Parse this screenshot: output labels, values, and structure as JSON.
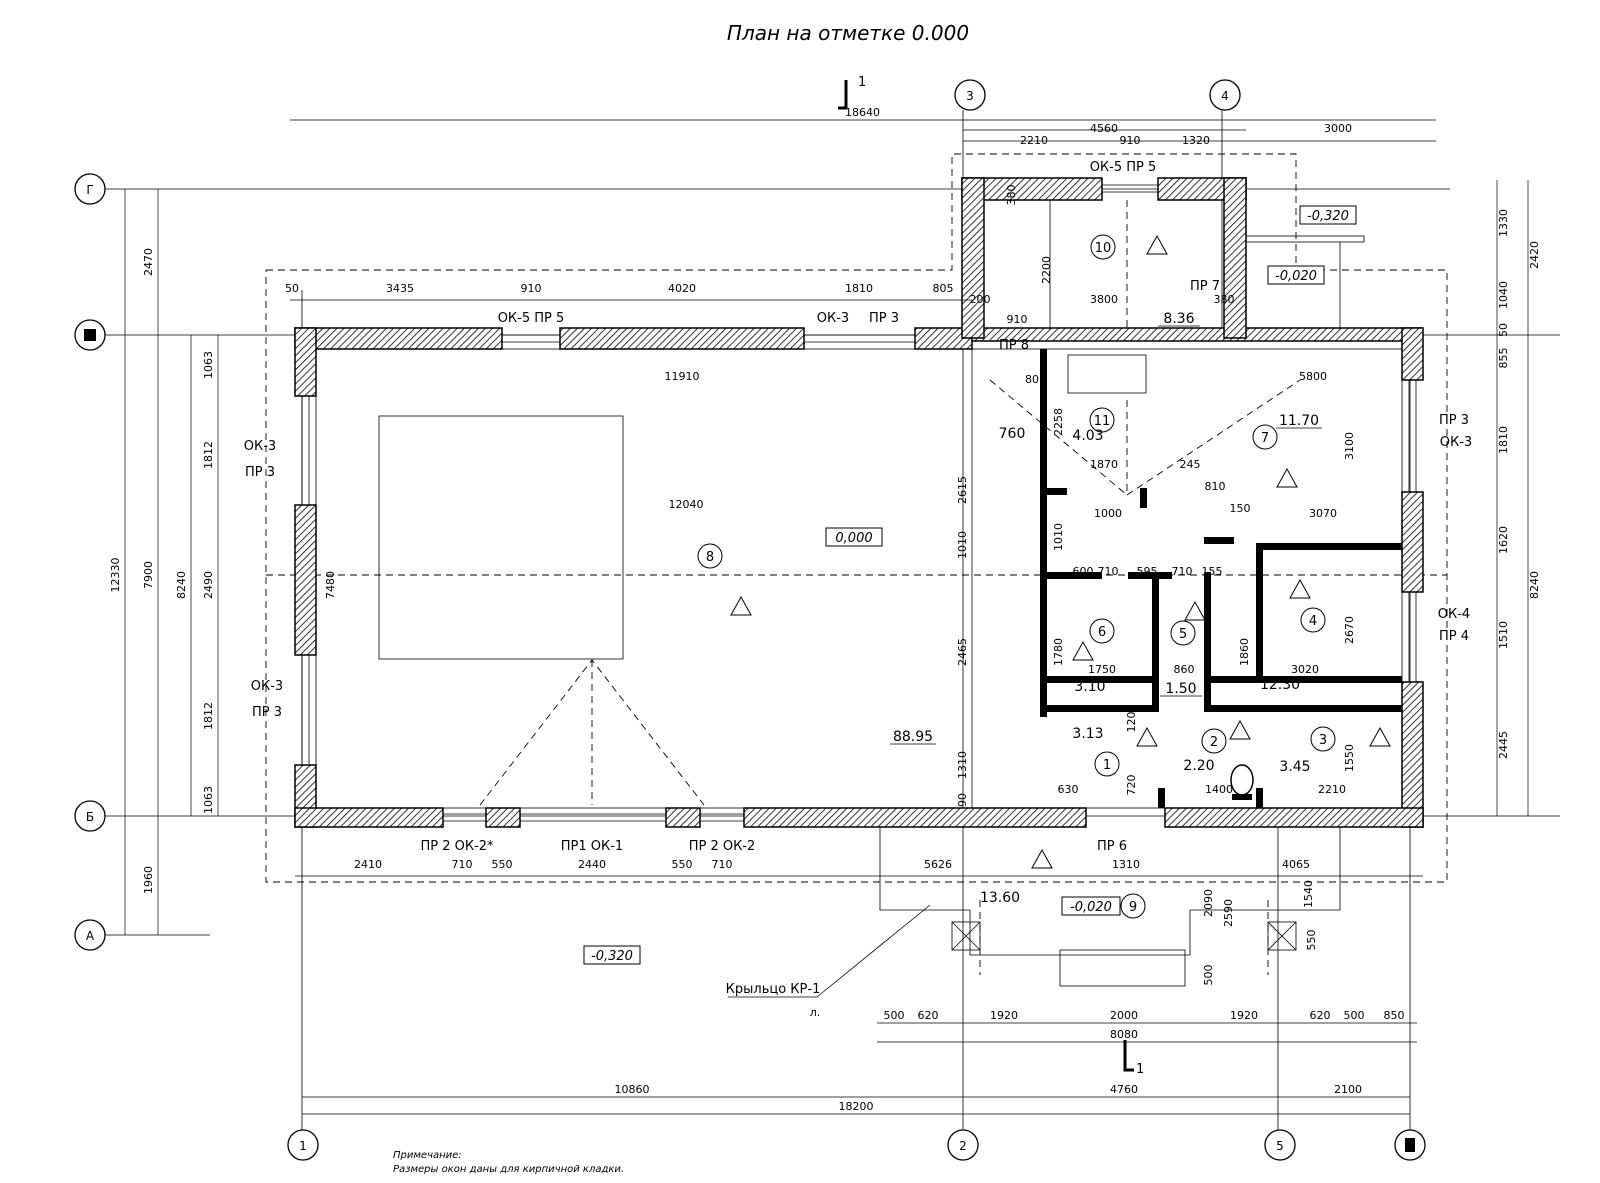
{
  "title": "План на отметке 0.000",
  "section_marks": {
    "top_number": "1",
    "top_overall": "18640",
    "bottom_number": "1"
  },
  "axes": {
    "top": [
      "3",
      "4"
    ],
    "bottom": [
      "1",
      "2",
      "5"
    ],
    "left": [
      "Г",
      "Б",
      "А"
    ]
  },
  "rooms": [
    {
      "num": "10"
    },
    {
      "num": "11"
    },
    {
      "num": "7"
    },
    {
      "num": "8"
    },
    {
      "num": "4"
    },
    {
      "num": "6"
    },
    {
      "num": "5"
    },
    {
      "num": "3"
    },
    {
      "num": "2"
    },
    {
      "num": "1"
    },
    {
      "num": "9"
    }
  ],
  "areas": {
    "r7": "11.70",
    "r11": "4.03",
    "r10_stair": "8.36",
    "r8": "88.95",
    "r6": "3.10",
    "r5": "1.50",
    "r4": "12.30",
    "r1": "3.13",
    "r2": "2.20",
    "r3": "3.45",
    "r9": "13.60",
    "big760": "760"
  },
  "elevations": {
    "main": "0,000",
    "porch": "-0,020",
    "ground": "-0,320",
    "annex1": "-0,320",
    "annex2": "-0,020"
  },
  "window_labels": {
    "top_ok5": "ОК-5 ПР 5",
    "top_ok3": "ОК-3",
    "top_pr3": "ПР 3",
    "annex_top": "ОК-5 ПР 5",
    "left1_ok": "ОК-3",
    "left1_pr": "ПР 3",
    "left2_ok": "ОК-3",
    "left2_pr": "ПР 3",
    "right1_pr": "ПР 3",
    "right1_ok": "ОК-3",
    "right2_ok": "ОК-4",
    "right2_pr": "ПР 4",
    "bottom1": "ПР 2 ОК-2*",
    "bottom2": "ПР1 ОК-1",
    "bottom3": "ПР 2 ОК-2",
    "pr6": "ПР 6",
    "pr7": "ПР 7",
    "pr8": "ПР 8"
  },
  "porch": {
    "label": "Крыльцо КР-1",
    "sub": "л."
  },
  "note": {
    "title": "Примечание:",
    "text": "Размеры окон даны для кирпичной кладки."
  },
  "dims": {
    "top_left_edge": "50",
    "t1": "3435",
    "t2": "910",
    "t3": "4020",
    "t4": "1810",
    "t5": "805",
    "t6": "200",
    "annex_total": "4560",
    "annex_a": "2210",
    "annex_b": "910",
    "annex_c": "1320",
    "right_3000": "3000",
    "annex_2200": "2200",
    "annex_380a": "380",
    "annex_3800": "3800",
    "annex_910": "910",
    "annex_380b": "380",
    "int_11910": "11910",
    "int_5800": "5800",
    "int_12040": "12040",
    "l_12330": "12330",
    "l_2470": "2470",
    "l_7900": "7900",
    "l_1960": "1960",
    "l_8240": "8240",
    "l_1063a": "1063",
    "l_1812a": "1812",
    "l_2490": "2490",
    "l_1812b": "1812",
    "l_1063b": "1063",
    "l_7480": "7480",
    "r_1330": "1330",
    "r_1040": "1040",
    "r_50": "50",
    "r_2420": "2420",
    "r_855": "855",
    "r_1810": "1810",
    "r_1620": "1620",
    "r_1510": "1510",
    "r_2445": "2445",
    "r_8240": "8240",
    "i_2615": "2615",
    "i_1010": "1010",
    "i_2465": "2465",
    "i_1310": "1310",
    "i_90": "90",
    "i_80": "80",
    "i_2258": "2258",
    "i_1870": "1870",
    "i_1000": "1000",
    "i_1010b": "1010",
    "i_3100": "3100",
    "i_3070": "3070",
    "i_245": "245",
    "i_810": "810",
    "i_150": "150",
    "i_600": "600",
    "i_710a": "710",
    "i_595": "595",
    "i_710b": "710",
    "i_155": "155",
    "i_1780": "1780",
    "i_1860": "1860",
    "i_2670": "2670",
    "i_1750": "1750",
    "i_860": "860",
    "i_3020": "3020",
    "i_1550": "1550",
    "i_2210": "2210",
    "i_630": "630",
    "i_720": "720",
    "i_1400": "1400",
    "i_120": "120",
    "b_2410": "2410",
    "b_710a": "710",
    "b_550a": "550",
    "b_2440": "2440",
    "b_550b": "550",
    "b_710b": "710",
    "b_5626": "5626",
    "b_1310": "1310",
    "b_4065": "4065",
    "b_1540": "1540",
    "p_2090": "2090",
    "p_2590": "2590",
    "p_550": "550",
    "p_500": "500",
    "p1": "500",
    "p2": "620",
    "p3": "1920",
    "p4": "2000",
    "p5": "1920",
    "p6": "620",
    "p7": "500",
    "p8": "850",
    "p_total": "8080",
    "bb_10860": "10860",
    "bb_4760": "4760",
    "bb_2100": "2100",
    "bb_18200": "18200"
  }
}
